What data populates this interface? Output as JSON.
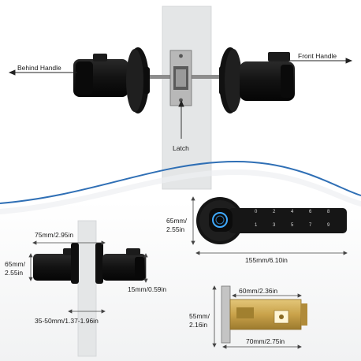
{
  "labels": {
    "behind_handle": "Behind Handle",
    "front_handle": "Front Handle",
    "latch": "Latch"
  },
  "dimensions": {
    "side_length": "75mm/2.95in",
    "side_height_line1": "65mm/",
    "side_height_line2": "2.55in",
    "rose_depth": "15mm/0.59in",
    "door_thickness": "35-50mm/1.37-1.96in",
    "front_height_line1": "65mm/",
    "front_height_line2": "2.55in",
    "front_length": "155mm/6.10in",
    "latch_height_line1": "55mm/",
    "latch_height_line2": "2.16in",
    "latch_backset": "60mm/2.36in",
    "latch_length": "70mm/2.75in"
  },
  "keypad": {
    "keys": [
      "0",
      "2",
      "4",
      "6",
      "8",
      "1",
      "3",
      "5",
      "7",
      "9"
    ]
  },
  "colors": {
    "handle": "#141414",
    "door": "#e4e6e7",
    "accent_curve": "#2f6fb5",
    "fingerprint": "#3fa9ff",
    "brass": "#c9a24a"
  }
}
